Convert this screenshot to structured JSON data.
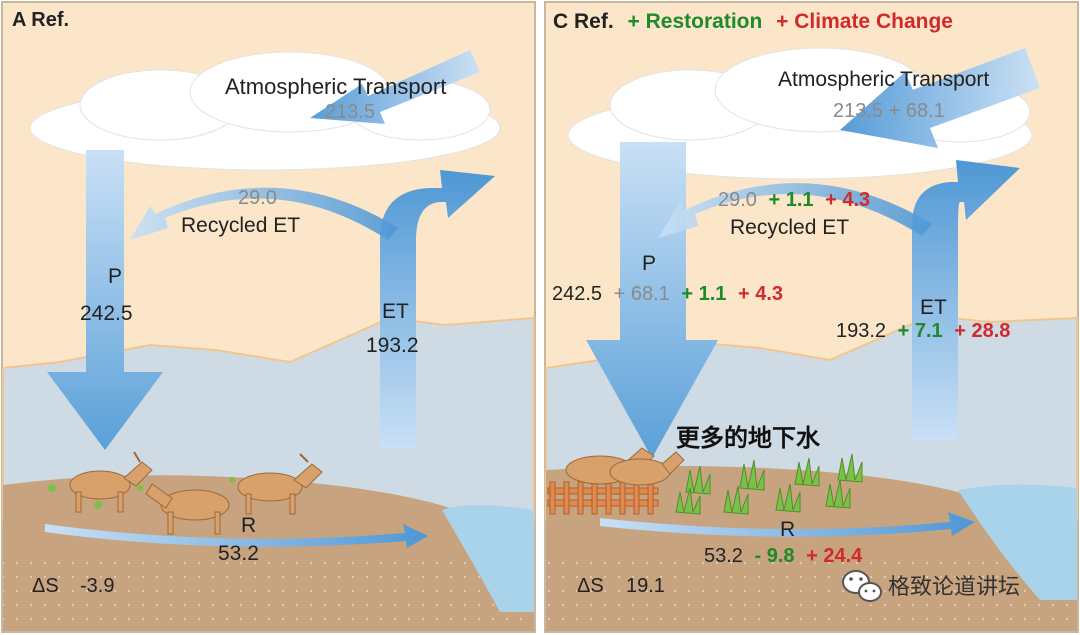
{
  "colors": {
    "sky": "#fbe6ca",
    "panel_border": "#c7b79c",
    "mountain": "#cfdbe4",
    "mountain_edge": "#f2c58e",
    "ground": "#c8a37f",
    "water": "#a9d3ea",
    "arrow_light": "#c9e0f6",
    "arrow_dark": "#4e97d4",
    "text_gray": "#8a8a8a",
    "text_black": "#222222",
    "restoration_green": "#1e8a2a",
    "climate_red": "#d02a2a",
    "goat": "#d8a06a",
    "grass": "#7cc04a"
  },
  "panel_a": {
    "title": "A Ref.",
    "atm_label": "Atmospheric Transport",
    "atm_value": "213.5",
    "recycled_value": "29.0",
    "recycled_label": "Recycled ET",
    "p_label": "P",
    "p_value": "242.5",
    "et_label": "ET",
    "et_value": "193.2",
    "r_label": "R",
    "r_value": "53.2",
    "ds_label": "ΔS",
    "ds_value": "-3.9"
  },
  "panel_c": {
    "title_ref": "C Ref.",
    "title_restoration": "+ Restoration",
    "title_climate": "+ Climate Change",
    "atm_label": "Atmospheric Transport",
    "atm_value": "213.5 + 68.1",
    "recycled_base": "29.0",
    "recycled_restoration": "+ 1.1",
    "recycled_climate": "+ 4.3",
    "recycled_label": "Recycled ET",
    "p_label": "P",
    "p_base": "242.5",
    "p_transport": "+ 68.1",
    "p_restoration": "+ 1.1",
    "p_climate": "+ 4.3",
    "et_label": "ET",
    "et_base": "193.2",
    "et_restoration": "+ 7.1",
    "et_climate": "+ 28.8",
    "r_label": "R",
    "r_base": "53.2",
    "r_restoration": "- 9.8",
    "r_climate": "+ 24.4",
    "ds_label": "ΔS",
    "ds_value": "19.1",
    "overlay_text": "更多的地下水"
  },
  "watermark": {
    "text": "格致论道讲坛",
    "icon": "wechat-icon"
  }
}
